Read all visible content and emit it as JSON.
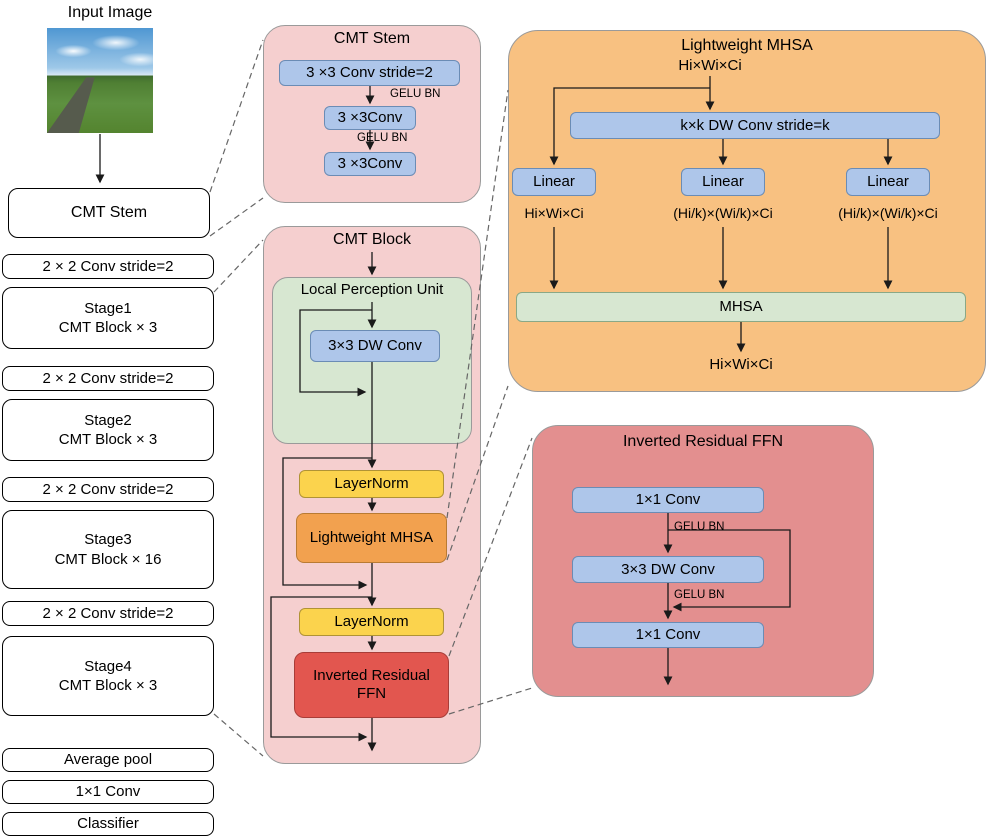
{
  "colors": {
    "pink_container": "#f5cfcf",
    "blue_box": "#aec6ea",
    "green_box": "#d7e7d1",
    "yellow_box": "#fbd34d",
    "orange_box": "#f2a14f",
    "orange_container": "#f8c181",
    "red_box": "#e2564f",
    "salmon_container": "#e38f8f"
  },
  "left_pipeline": {
    "input_label": "Input Image",
    "stem": "CMT Stem",
    "downsample1": "2 × 2 Conv stride=2",
    "stage1_name": "Stage1",
    "stage1_blocks": "CMT Block × 3",
    "downsample2": "2 × 2 Conv stride=2",
    "stage2_name": "Stage2",
    "stage2_blocks": "CMT Block × 3",
    "downsample3": "2 × 2 Conv stride=2",
    "stage3_name": "Stage3",
    "stage3_blocks": "CMT Block × 16",
    "downsample4": "2 × 2 Conv stride=2",
    "stage4_name": "Stage4",
    "stage4_blocks": "CMT Block × 3",
    "avg_pool": "Average pool",
    "final_conv": "1×1 Conv",
    "classifier": "Classifier"
  },
  "stem_detail": {
    "title": "CMT Stem",
    "conv1": "3 ×3 Conv stride=2",
    "gelu_bn1": "GELU BN",
    "conv2": "3 ×3Conv",
    "gelu_bn2": "GELU BN",
    "conv3": "3 ×3Conv"
  },
  "block_detail": {
    "title": "CMT Block",
    "lpu_title": "Local Perception Unit",
    "dw_conv": "3×3 DW Conv",
    "layernorm1": "LayerNorm",
    "mhsa": "Lightweight MHSA",
    "layernorm2": "LayerNorm",
    "ffn_line1": "Inverted Residual",
    "ffn_line2": "FFN"
  },
  "mhsa_detail": {
    "title": "Lightweight MHSA",
    "input_dim": "Hi×Wi×Ci",
    "dw_conv": "k×k DW Conv stride=k",
    "linear1": "Linear",
    "linear2": "Linear",
    "linear3": "Linear",
    "dim1": "Hi×Wi×Ci",
    "dim2": "(Hi/k)×(Wi/k)×Ci",
    "dim3": "(Hi/k)×(Wi/k)×Ci",
    "mhsa": "MHSA",
    "output_dim": "Hi×Wi×Ci"
  },
  "ffn_detail": {
    "title": "Inverted Residual FFN",
    "conv1": "1×1 Conv",
    "gelu_bn1": "GELU BN",
    "dw_conv": "3×3 DW Conv",
    "gelu_bn2": "GELU BN",
    "conv2": "1×1 Conv"
  }
}
